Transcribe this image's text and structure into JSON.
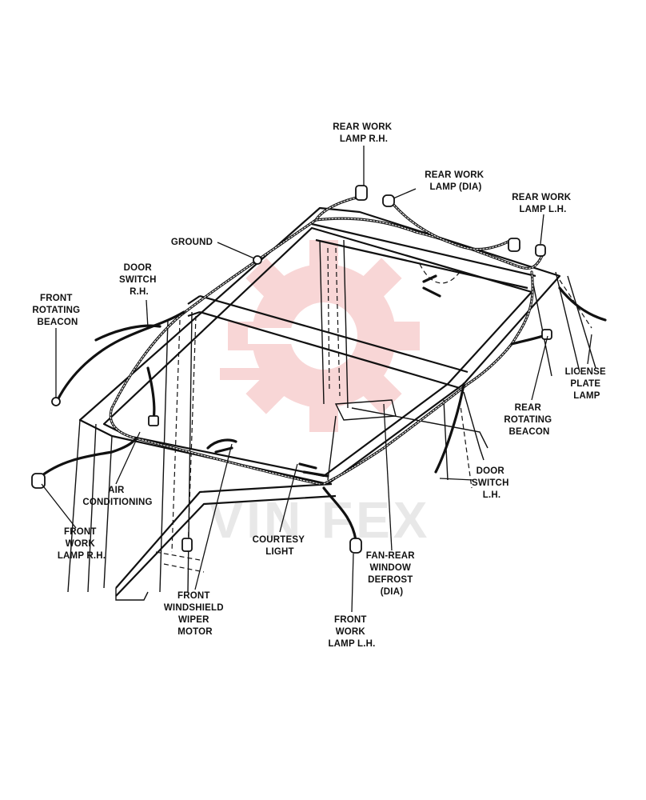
{
  "watermark": {
    "text": "VIN FEX",
    "color": "#f4b5b5"
  },
  "labels": {
    "rear_work_lamp_rh": [
      "REAR WORK",
      "LAMP R.H."
    ],
    "rear_work_lamp_dia": [
      "REAR WORK",
      "LAMP (DIA)"
    ],
    "rear_work_lamp_lh": [
      "REAR WORK",
      "LAMP L.H."
    ],
    "ground": [
      "GROUND"
    ],
    "door_switch_rh": [
      "DOOR",
      "SWITCH",
      "R.H."
    ],
    "front_rotating_beacon": [
      "FRONT",
      "ROTATING",
      "BEACON"
    ],
    "license_plate_lamp": [
      "LICENSE",
      "PLATE",
      "LAMP"
    ],
    "rear_rotating_beacon": [
      "REAR",
      "ROTATING",
      "BEACON"
    ],
    "door_switch_lh": [
      "DOOR",
      "SWITCH",
      "L.H."
    ],
    "air_conditioning": [
      "AIR",
      "CONDITIONING"
    ],
    "front_work_lamp_rh": [
      "FRONT",
      "WORK",
      "LAMP R.H."
    ],
    "courtesy_light": [
      "COURTESY",
      "LIGHT"
    ],
    "fan_rear_window_defrost": [
      "FAN-REAR",
      "WINDOW",
      "DEFROST",
      "(DIA)"
    ],
    "front_windshield_wiper_motor": [
      "FRONT",
      "WINDSHIELD",
      "WIPER",
      "MOTOR"
    ],
    "front_work_lamp_lh": [
      "FRONT",
      "WORK",
      "LAMP L.H."
    ]
  }
}
